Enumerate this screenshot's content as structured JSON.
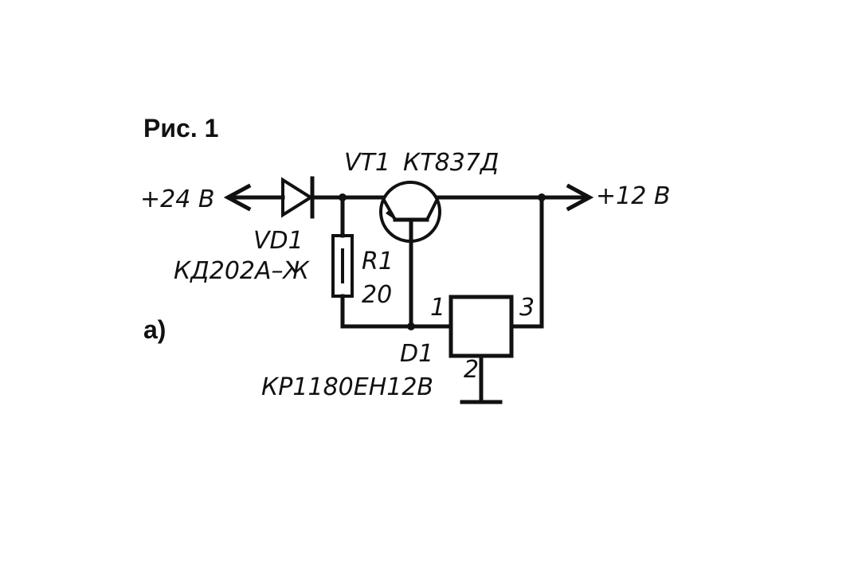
{
  "figure": {
    "title": "Рис. 1",
    "panel_label": "а)"
  },
  "terminals": {
    "input": "+24 В",
    "output": "+12 В"
  },
  "components": {
    "transistor": {
      "ref": "VT1",
      "part": "КТ837Д"
    },
    "diode": {
      "ref": "VD1",
      "part": "КД202А–Ж"
    },
    "resistor": {
      "ref": "R1",
      "value": "20"
    },
    "regulator": {
      "ref": "D1",
      "part": "КР1180ЕН12В",
      "pin1": "1",
      "pin2": "2",
      "pin3": "3"
    }
  }
}
